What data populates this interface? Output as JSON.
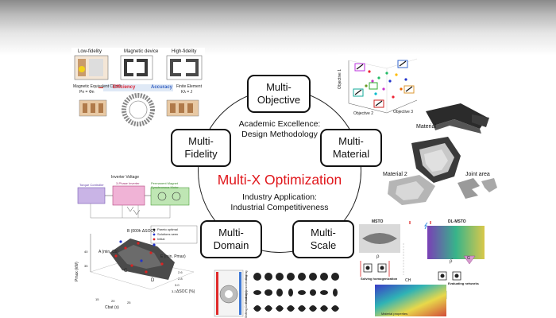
{
  "center": {
    "title": "Multi-X Optimization",
    "academic_line1": "Academic Excellence:",
    "academic_line2": "Design Methodology",
    "industry_line1": "Industry Application:",
    "industry_line2": "Industrial Competitiveness",
    "title_color": "#e0161b"
  },
  "nodes": {
    "objective": {
      "line1": "Multi-",
      "line2": "Objective"
    },
    "material": {
      "line1": "Multi-",
      "line2": "Material"
    },
    "scale": {
      "line1": "Multi-",
      "line2": "Scale"
    },
    "domain": {
      "line1": "Multi-",
      "line2": "Domain"
    },
    "fidelity": {
      "line1": "Multi-",
      "line2": "Fidelity"
    }
  },
  "fidelity_panel": {
    "low": "Low-fidelity",
    "device": "Magnetic device",
    "high": "High-fidelity",
    "mec": "Magnetic Equivalent Circuit",
    "mec_eq": "Pn = Φn",
    "fe": "Finite Element",
    "fe_eq": "Kλ = J",
    "efficiency": "Efficiency",
    "accuracy": "Accuracy"
  },
  "material_panel": {
    "material": "Material",
    "material2": "Material 2",
    "joint": "Joint area"
  },
  "domain_panel": {
    "inverter_voltage": "Inverter Voltage",
    "torque_controller": "Torque Controller",
    "inverter": "3-Phase Inverter",
    "pmsm": "Permanent Magnet Synchronous Motor",
    "legend_pareto": "Pareto optimal",
    "legend_solution": "Solutions seen",
    "legend_initial": "Initial",
    "point_b": "B (000h ΔSOC)",
    "point_a": "A (min. Cb)",
    "point_c": "C",
    "point_d": "D",
    "point_e": "E (min. Pmax)",
    "axis_p": "Pmax (kW)",
    "axis_c": "Cbat (s)",
    "axis_soc": "ΔSOC (%)",
    "ticks_c": [
      "15",
      "20",
      "25"
    ],
    "ticks_soc": [
      "2.6",
      "2.8",
      "3.0",
      "3.2"
    ],
    "ticks_p": [
      "35",
      "40"
    ]
  },
  "scale_panel": {
    "msto": "MSTO",
    "dlmsto": "DL-MSTO",
    "solving": "Solving homogenization",
    "evaluating": "Evaluating networks",
    "material_properties": "Material properties",
    "ch": "CH",
    "rho": "ρ",
    "rho_bar": "ρ̄",
    "g": "G"
  },
  "microstructure_panel": {
    "row1": "Scaling",
    "row2": "Rotating Concentrating",
    "row3": "Shifting Concentrating"
  },
  "objective_panel": {
    "axis1": "Objective 1",
    "axis2": "Objective 2",
    "axis3": "Objective 3"
  },
  "colors": {
    "purple_box": "#c9b4e6",
    "pink_box": "#f0b3d6",
    "green_box": "#bfe6b4",
    "arrow_blue": "#3a8de0",
    "accent_red": "#e0161b",
    "magenta_label": "#c2167e"
  }
}
